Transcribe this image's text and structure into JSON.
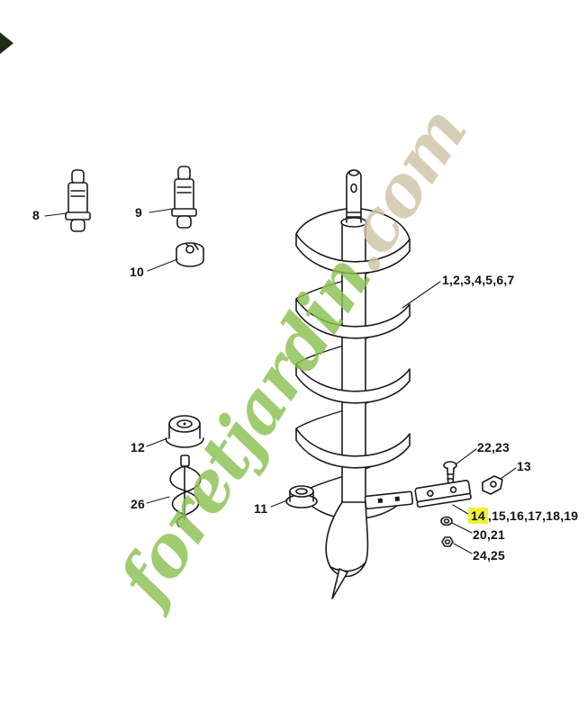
{
  "art": {
    "line_color": "#1b1b1b",
    "background": "#ffffff"
  },
  "highlight_color": "#eef235",
  "watermark": {
    "brand": "foretjardin",
    "tld": ".com",
    "brand_color": "#8cc152",
    "tld_color": "#cfc5a5"
  },
  "labels": {
    "main_assembly": "1,2,3,4,5,6,7",
    "l8": "8",
    "l9": "9",
    "l10": "10",
    "l11": "11",
    "l12": "12",
    "l26": "26",
    "l13": "13",
    "l14": "14",
    "l15_19": ",15,16,17,18,19",
    "l20_21": "20,21",
    "l22_23": "22,23",
    "l24_25": "24,25"
  }
}
